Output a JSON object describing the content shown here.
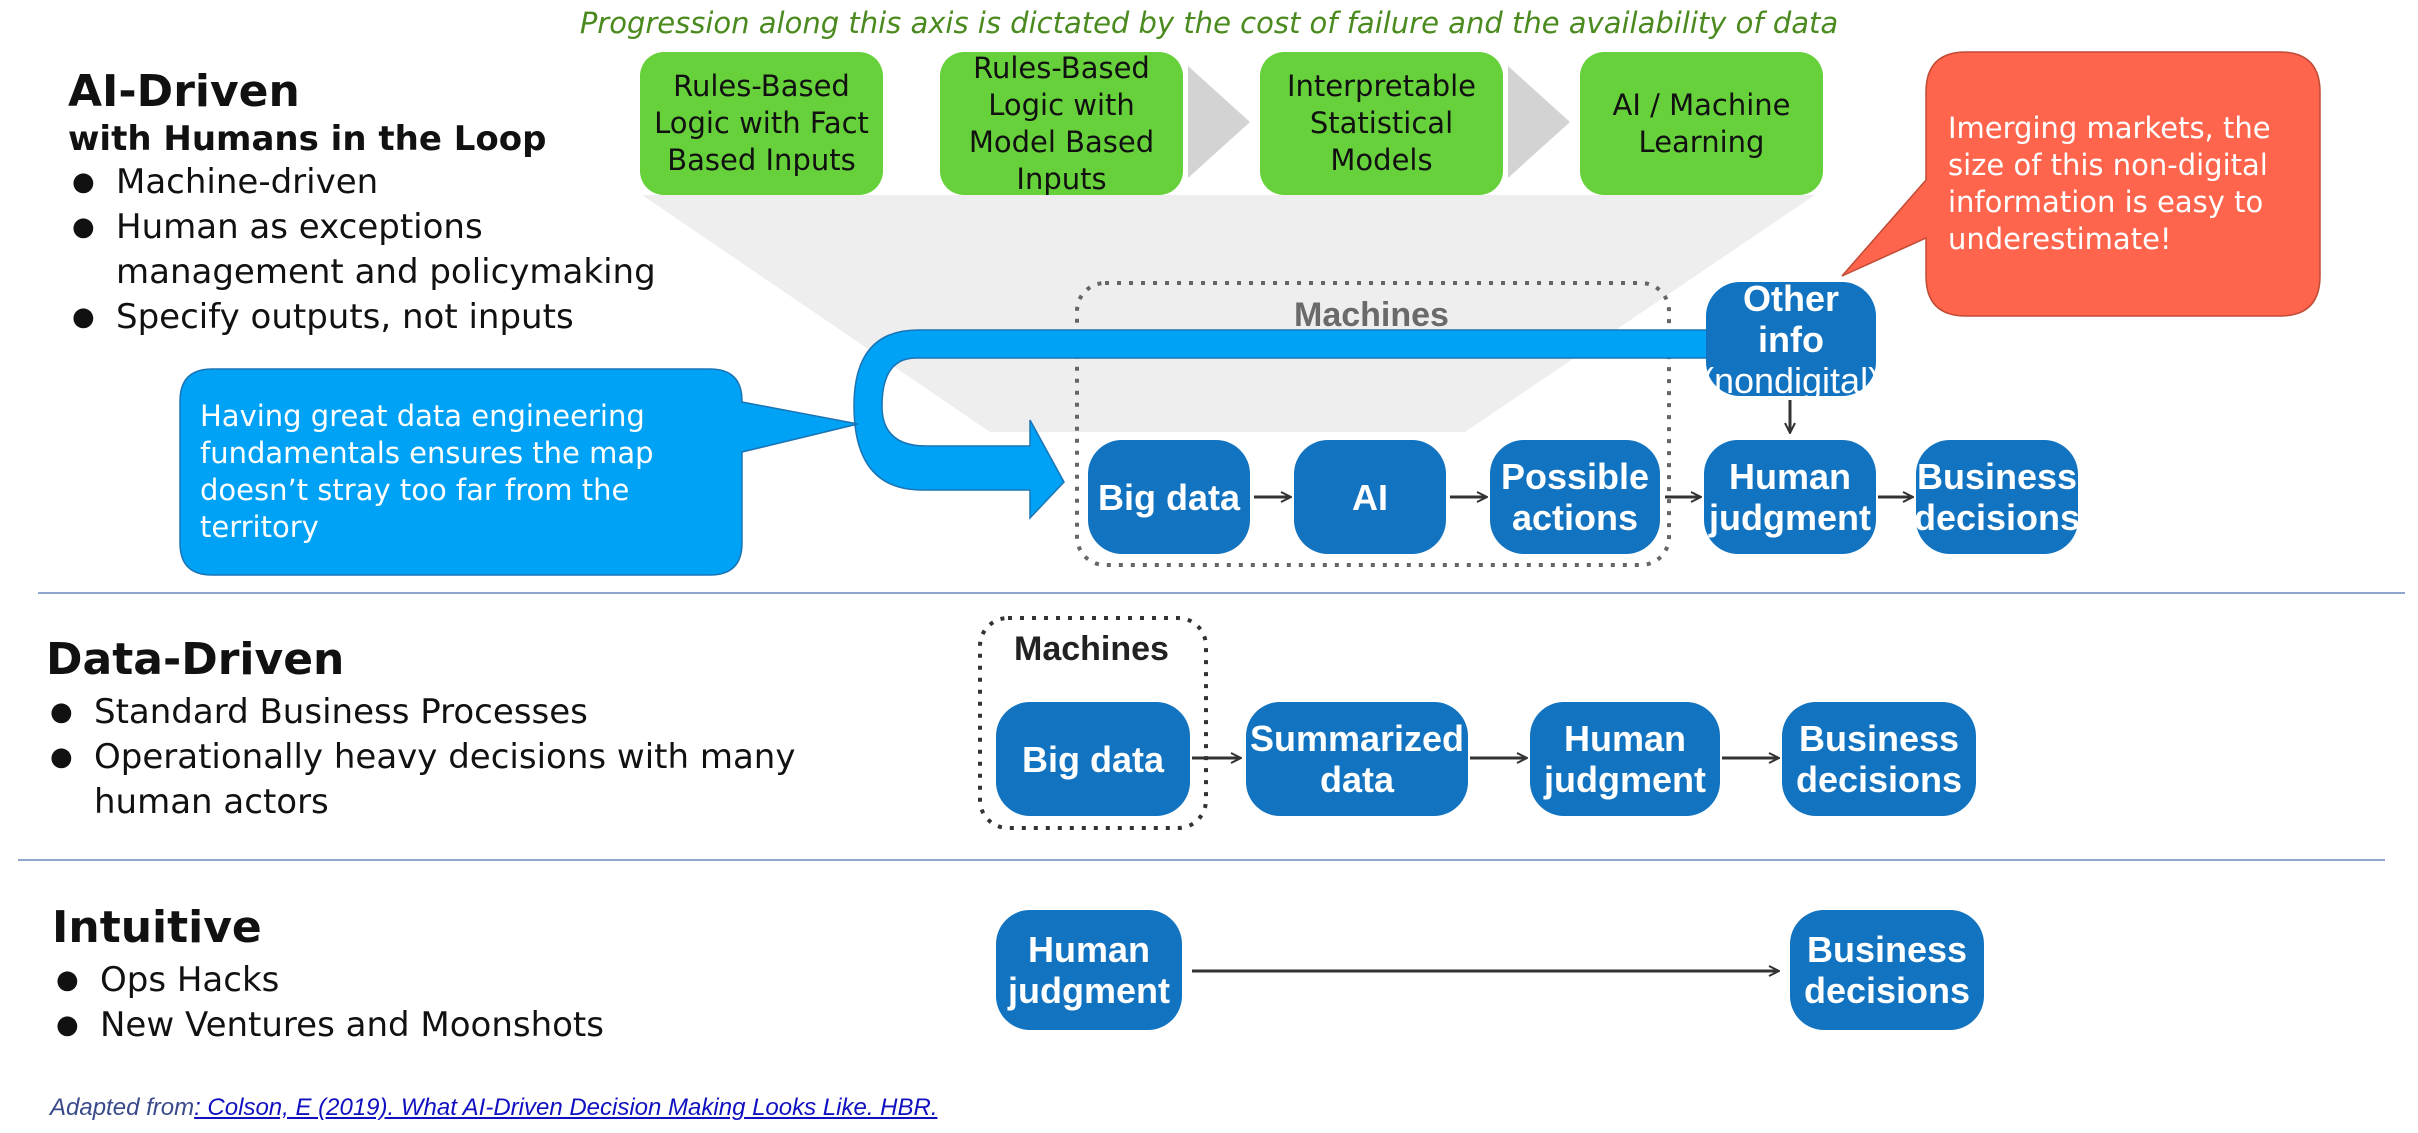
{
  "subtitle": "Progression along this axis is dictated by the cost of failure and the availability of data",
  "progression_boxes": [
    "Rules-Based Logic with Fact Based Inputs",
    "Rules-Based Logic with Model Based Inputs",
    "Interpretable Statistical Models",
    "AI / Machine Learning"
  ],
  "callout_red": "Imerging markets, the size of this non-digital information is easy to underestimate!",
  "callout_blue": "Having great data engineering fundamentals ensures the map doesn’t stray too far from the territory",
  "ai_driven": {
    "title": "AI-Driven",
    "subtitle": "with Humans in the Loop",
    "bullets": [
      "Machine-driven",
      "Human as exceptions management and policymaking",
      "Specify outputs, not inputs"
    ],
    "machines_label": "Machines",
    "nodes": {
      "big_data": "Big data",
      "ai": "AI",
      "possible_actions": "Possible actions",
      "human_judgment": "Human judgment",
      "business_decisions": "Business decisions",
      "other_info": "Other info",
      "other_info_sub": "(nondigital)"
    }
  },
  "data_driven": {
    "title": "Data-Driven",
    "bullets": [
      "Standard Business Processes",
      "Operationally heavy decisions with many human actors"
    ],
    "machines_label": "Machines",
    "nodes": {
      "big_data": "Big data",
      "summarized_data": "Summarized data",
      "human_judgment": "Human judgment",
      "business_decisions": "Business decisions"
    }
  },
  "intuitive": {
    "title": "Intuitive",
    "bullets": [
      "Ops Hacks",
      "New Ventures and Moonshots"
    ],
    "nodes": {
      "human_judgment": "Human judgment",
      "business_decisions": "Business decisions"
    }
  },
  "footer": {
    "prefix": "Adapted from",
    "link": ": Colson, E (2019). What AI-Driven Decision Making Looks Like. HBR."
  },
  "colors": {
    "green": "#66d13a",
    "node_blue": "#1273c0",
    "callout_blue": "#00a2f5",
    "callout_red": "#ff654c",
    "subtitle_green": "#4a8a1e",
    "divider": "#8fa6cf",
    "link": "#1010c0"
  }
}
